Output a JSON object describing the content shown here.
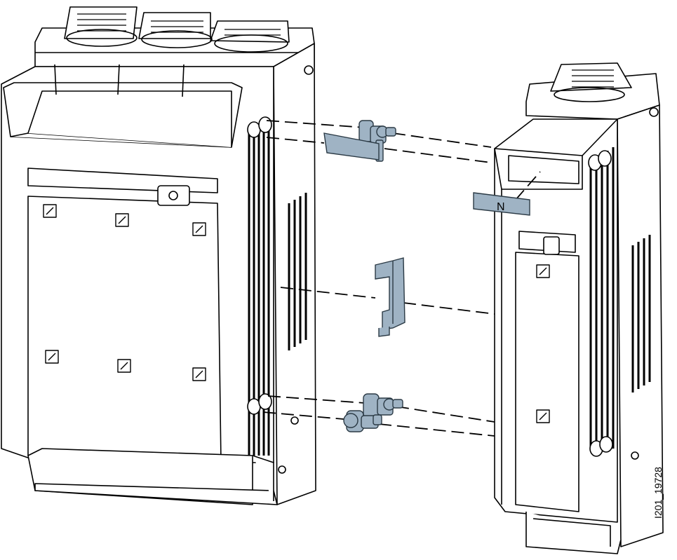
{
  "labels": {
    "neutral_label": "N",
    "document_id": "I201_19728"
  },
  "colors": {
    "part_fill": "#9fb3c4",
    "part_stroke": "#2b3a45",
    "outline": "#000000",
    "background": "#ffffff"
  },
  "icons": {
    "left_unit": "fuse-switch-disconnector-3pole",
    "right_unit": "fuse-switch-disconnector-1pole",
    "connector": "connector-pin",
    "label_strip": "label-plate",
    "coupling": "coupling-bracket"
  }
}
